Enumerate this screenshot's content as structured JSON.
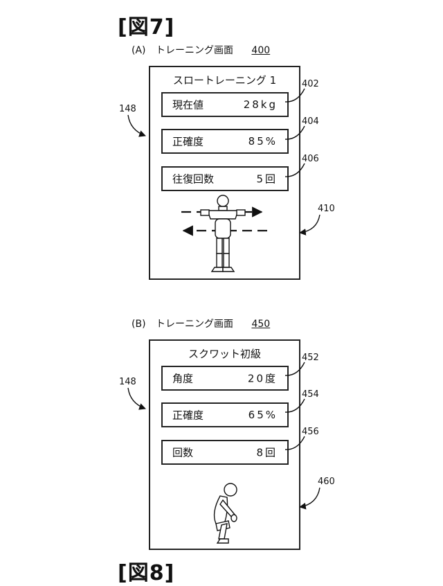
{
  "figures": {
    "fig7_label": "[図7]",
    "fig8_label": "[図8]"
  },
  "screen_a": {
    "caption_prefix": "(A)",
    "caption_text": "トレーニング画面",
    "caption_ref": "400",
    "title": "スロートレーニング 1",
    "device_ref": "148",
    "figure_ref": "410",
    "rows": [
      {
        "label": "現在値",
        "value": "28kg",
        "ref": "402"
      },
      {
        "label": "正確度",
        "value": "85%",
        "ref": "404"
      },
      {
        "label": "往復回数",
        "value": "5回",
        "ref": "406"
      }
    ]
  },
  "screen_b": {
    "caption_prefix": "(B)",
    "caption_text": "トレーニング画面",
    "caption_ref": "450",
    "title": "スクワット初級",
    "device_ref": "148",
    "figure_ref": "460",
    "rows": [
      {
        "label": "角度",
        "value": "20度",
        "ref": "452"
      },
      {
        "label": "正確度",
        "value": "65%",
        "ref": "454"
      },
      {
        "label": "回数",
        "value": "8回",
        "ref": "456"
      }
    ]
  }
}
